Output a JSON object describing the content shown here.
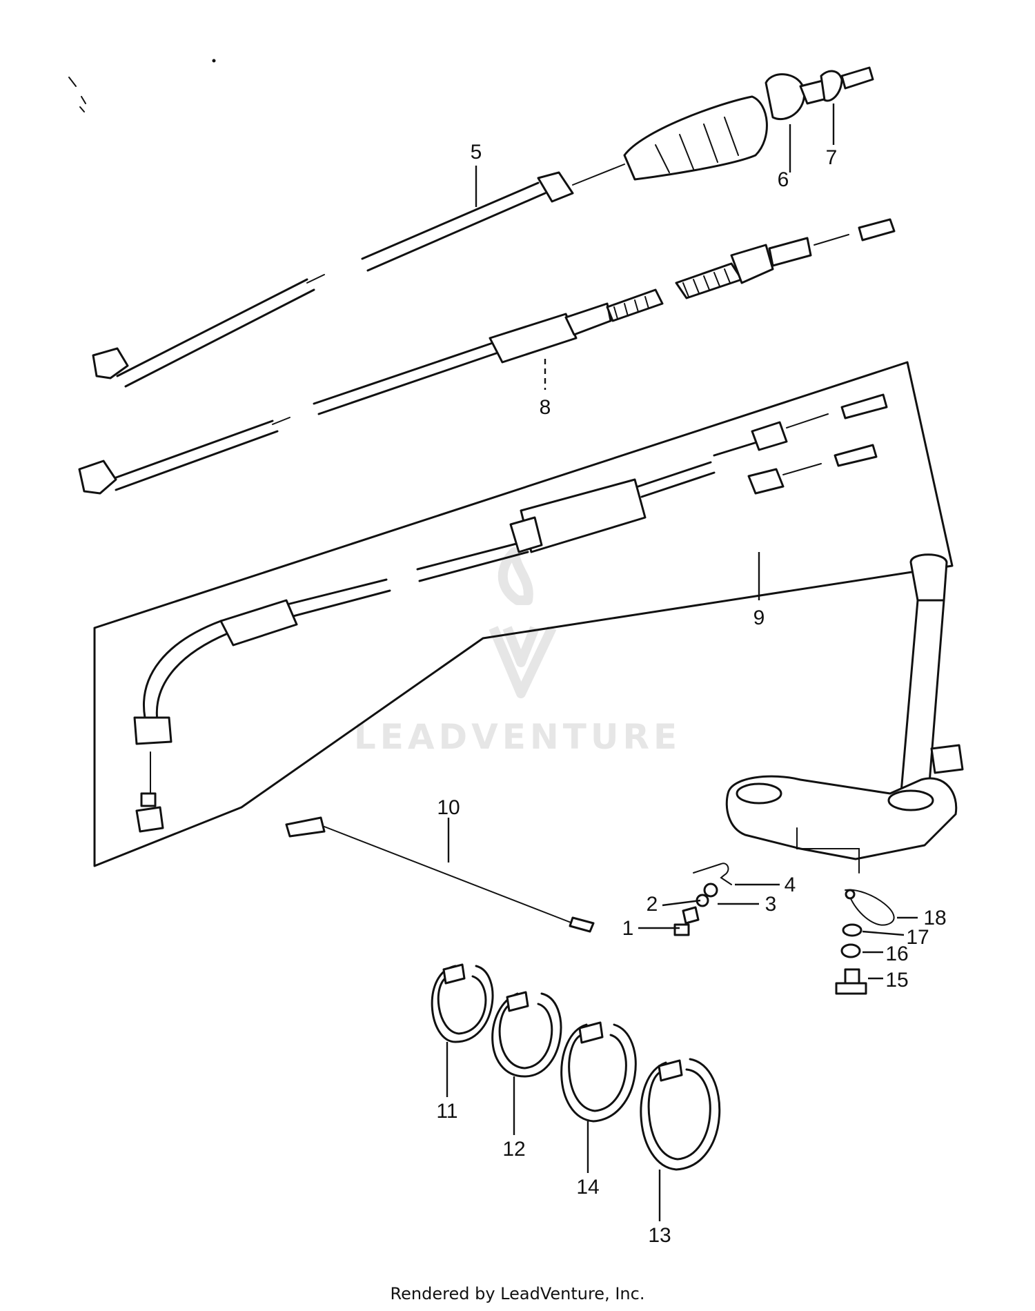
{
  "diagram": {
    "callouts": [
      {
        "id": "c1",
        "label": "1"
      },
      {
        "id": "c2",
        "label": "2"
      },
      {
        "id": "c3",
        "label": "3"
      },
      {
        "id": "c4",
        "label": "4"
      },
      {
        "id": "c5",
        "label": "5"
      },
      {
        "id": "c6",
        "label": "6"
      },
      {
        "id": "c7",
        "label": "7"
      },
      {
        "id": "c8",
        "label": "8"
      },
      {
        "id": "c9",
        "label": "9"
      },
      {
        "id": "c10",
        "label": "10"
      },
      {
        "id": "c11",
        "label": "11"
      },
      {
        "id": "c12",
        "label": "12"
      },
      {
        "id": "c13",
        "label": "13"
      },
      {
        "id": "c14",
        "label": "14"
      },
      {
        "id": "c15",
        "label": "15"
      },
      {
        "id": "c16",
        "label": "16"
      },
      {
        "id": "c17",
        "label": "17"
      },
      {
        "id": "c18",
        "label": "18"
      }
    ],
    "watermark": "LEADVENTURE",
    "footer": "Rendered by LeadVenture, Inc."
  }
}
